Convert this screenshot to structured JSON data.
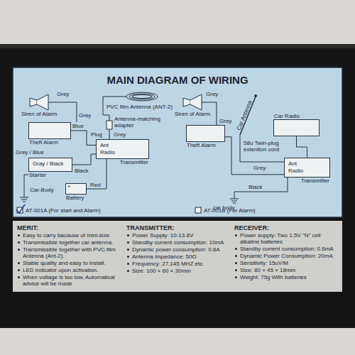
{
  "diagram": {
    "title": "MAIN DIAGRAM OF WIRING",
    "nodes": [
      {
        "text": [
          "Theft Alarm"
        ]
      },
      {
        "text": [
          "Gray / Black",
          "Starter"
        ]
      },
      {
        "text": [
          "Battery"
        ]
      },
      {
        "text": [
          "Ant",
          "Radio",
          "Transmitter"
        ]
      },
      {
        "text": [
          "Theft Alarm"
        ]
      },
      {
        "text": [
          "Car Radio"
        ]
      },
      {
        "text": [
          "Ant",
          "Radio",
          "Transmitter"
        ]
      }
    ],
    "edges": [
      {
        "from": 0,
        "to": 3,
        "arrow": "none",
        "label": "Blue"
      },
      {
        "from": 1,
        "to": 3,
        "arrow": "none",
        "label": "Black"
      },
      {
        "from": 2,
        "to": 3,
        "arrow": "none",
        "label": "Red"
      },
      {
        "from": 5,
        "to": 6,
        "arrow": "none",
        "label": "58u Twin-plug extention cord"
      },
      {
        "from": 4,
        "to": 6,
        "arrow": "none",
        "label": "Grey"
      }
    ],
    "labels": [
      "Grey",
      "Siren of Alarm",
      "PVC film Antenna (ANT-2)",
      "Antenna-matching adapter",
      "Grey",
      "Plug",
      "Grey",
      "Grey / Blue",
      "Car-Body",
      "+",
      "AT-001A (For start and Alarm)",
      "Grey",
      "Siren of Alarm",
      "Car Antenna",
      "Grey",
      "Black",
      "car body",
      "AT-001B (For Alarm)",
      "MERIT:",
      "Easy to carry bacause of mini-size.",
      "Transmissible together car antenna.",
      "Transmissible together with PVC-film Antenna (Ant-2).",
      "Stable quality and easy to install.",
      "LED indicator upon activation.",
      "When voltage is too low, Automatical advice will be made",
      "TRANSMITTER:",
      "Power Supply: 10-13.8V",
      "Standby current consumption: 10mA",
      "Dynamic power consumption: 0.8A",
      "Antenna impedance: 50Ω",
      "Frequency: 27,145 MHZ etc.",
      "Size: 100 × 60 × 30mm",
      "RECEIVER:",
      "Power supply: Two 1.5V \"N\" cell alkaline batteries",
      "Standby current consumption: 0.6mA",
      "Dynamic Power Consumption: 20mA",
      "Sensitivity: 15uV/M",
      "Size: 80 × 45 × 18mm",
      "Weight: 75g With batteries"
    ]
  }
}
